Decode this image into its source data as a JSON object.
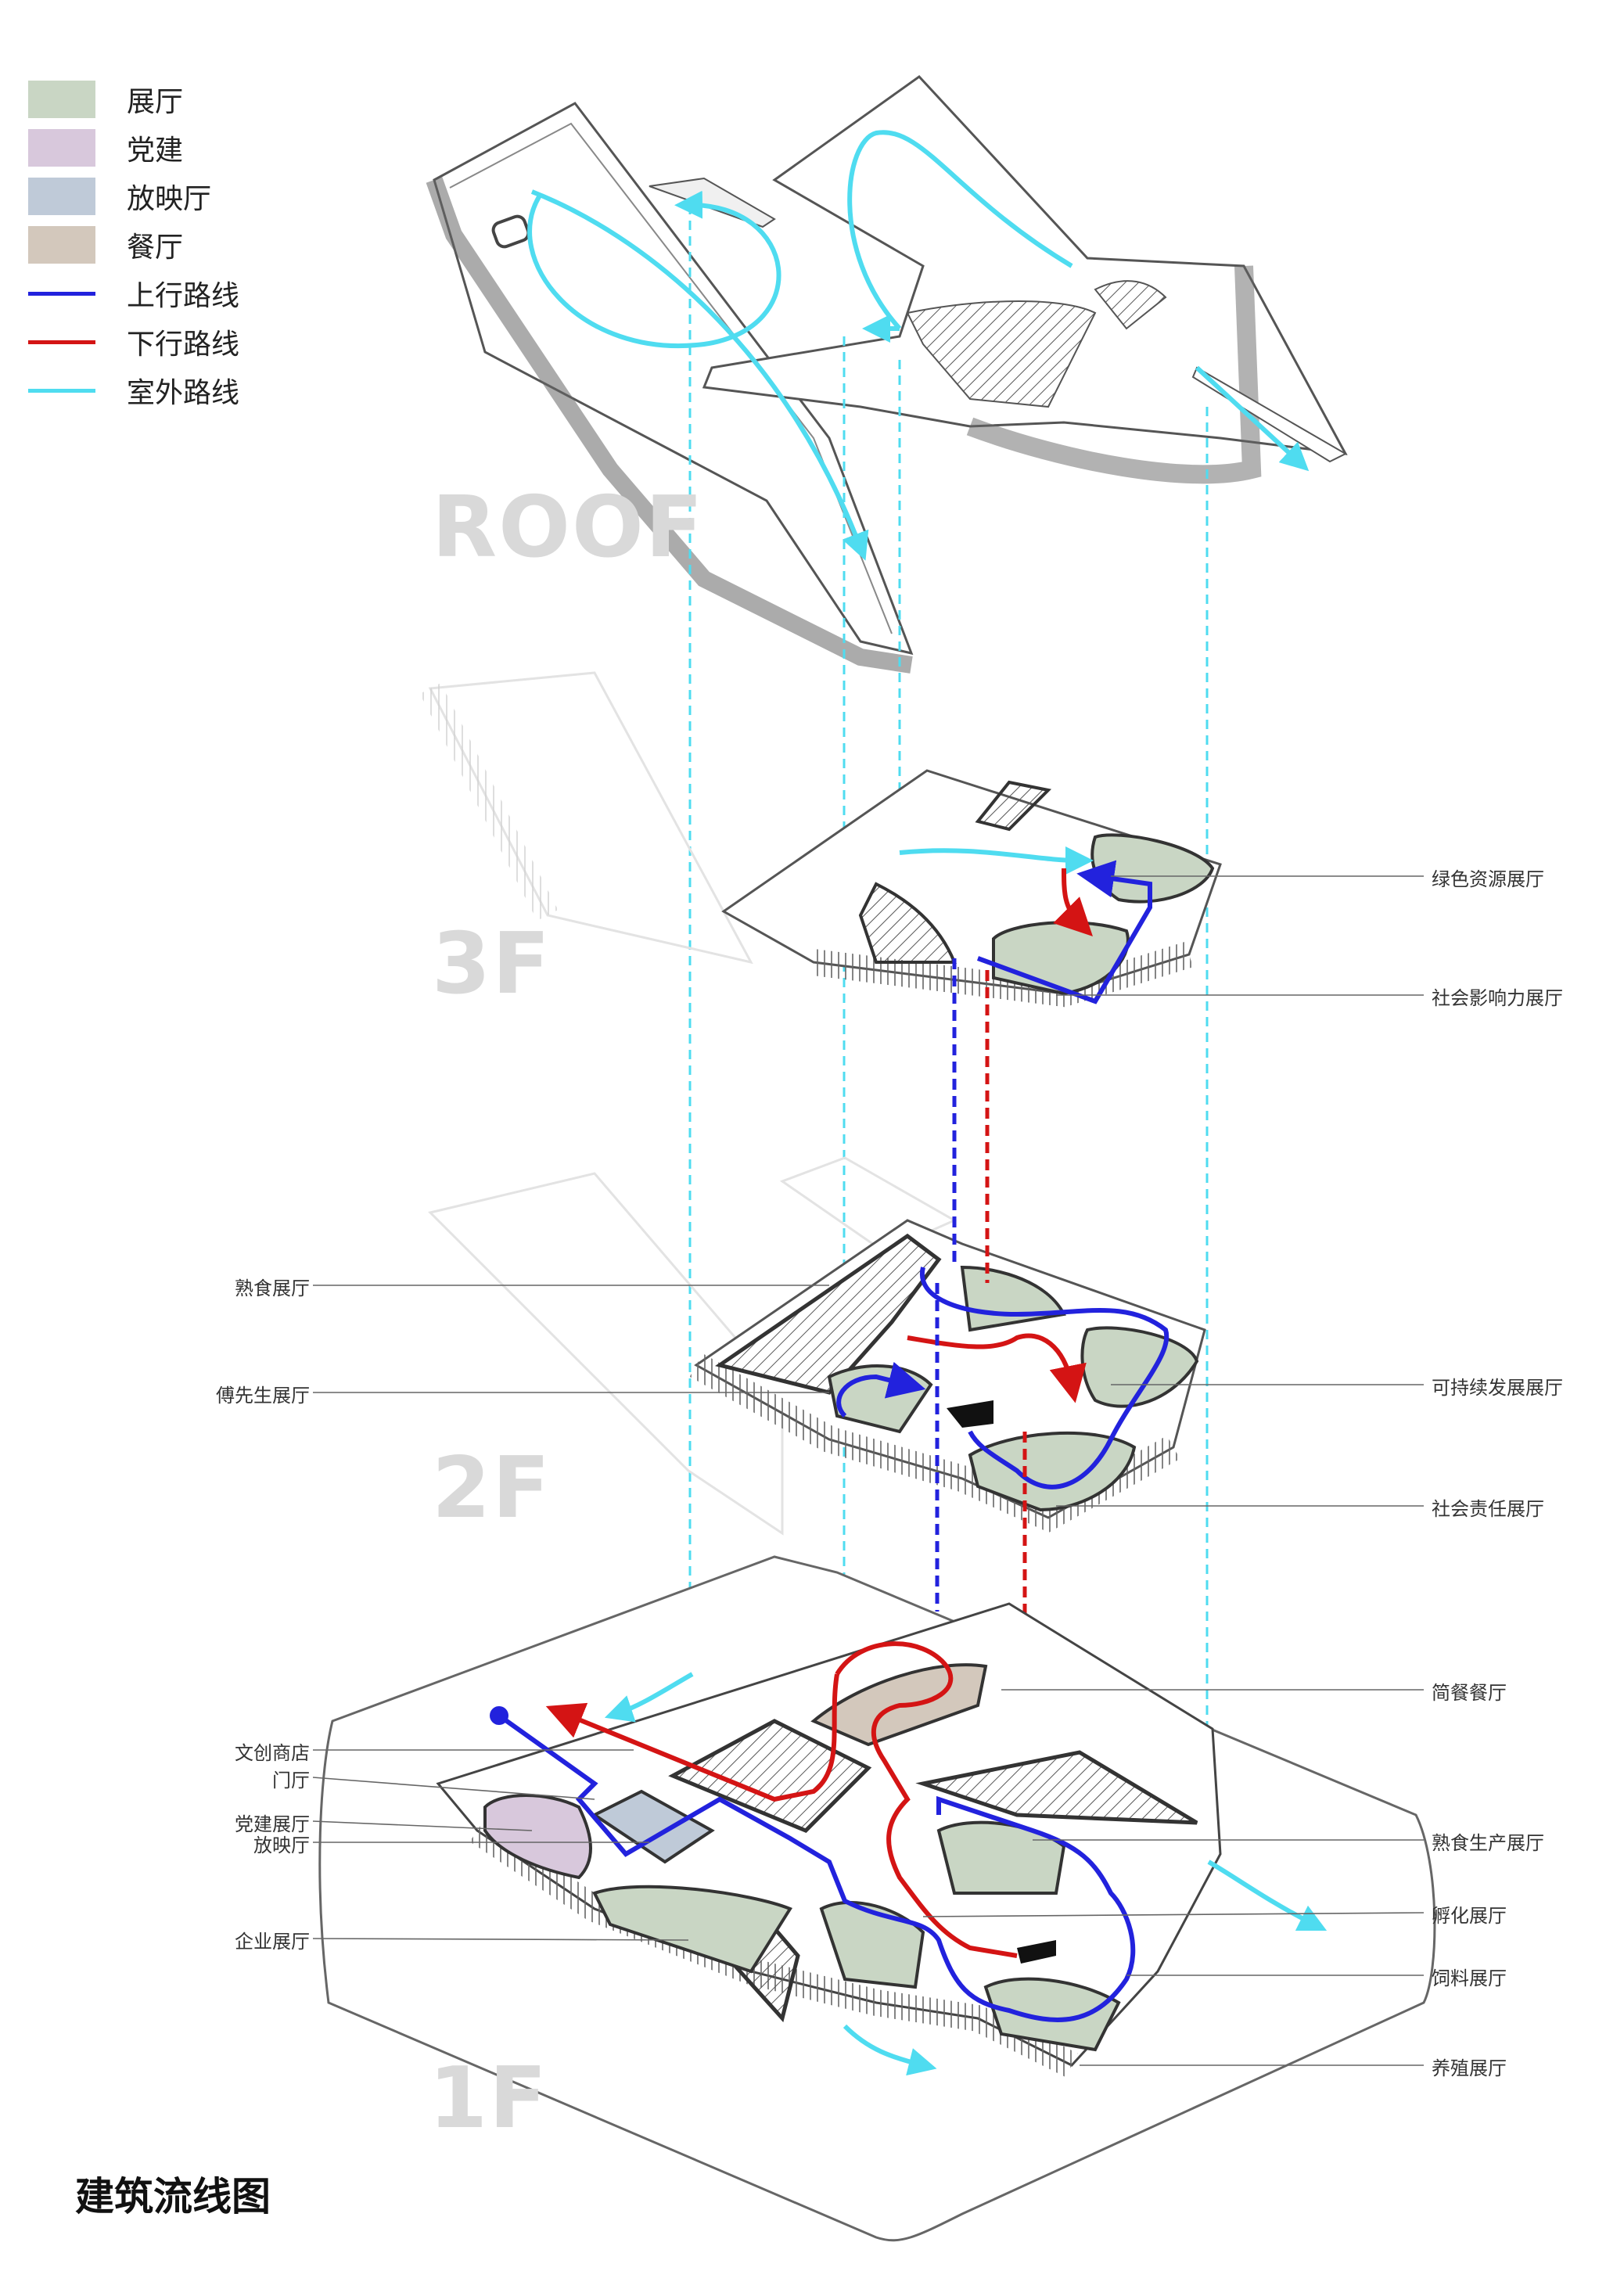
{
  "legend": {
    "items": [
      {
        "label": "展厅",
        "kind": "area",
        "color": "#c9d6c4"
      },
      {
        "label": "党建",
        "kind": "area",
        "color": "#d8c8dc"
      },
      {
        "label": "放映厅",
        "kind": "area",
        "color": "#bfcad8"
      },
      {
        "label": "餐厅",
        "kind": "area",
        "color": "#d3c8bc"
      },
      {
        "label": "上行路线",
        "kind": "line",
        "color": "#2222dd"
      },
      {
        "label": "下行路线",
        "kind": "line",
        "color": "#d41414"
      },
      {
        "label": "室外路线",
        "kind": "line",
        "color": "#4fdcf0"
      }
    ]
  },
  "floors": {
    "roof": "ROOF",
    "f3": "3F",
    "f2": "2F",
    "f1": "1F"
  },
  "callouts_right": {
    "green_resources": "绿色资源展厅",
    "social_influence": "社会影响力展厅",
    "sustainable": "可持续发展展厅",
    "social_responsibility": "社会责任展厅",
    "snack_dining": "简餐餐厅",
    "cooked_food_production": "熟食生产展厅",
    "incubation": "孵化展厅",
    "feed": "饲料展厅",
    "breeding": "养殖展厅"
  },
  "callouts_left": {
    "cooked_food": "熟食展厅",
    "mr_fu": "傅先生展厅",
    "creative_shop": "文创商店",
    "lobby": "门厅",
    "party_building": "党建展厅",
    "screening": "放映厅",
    "enterprise": "企业展厅"
  },
  "title": "建筑流线图"
}
